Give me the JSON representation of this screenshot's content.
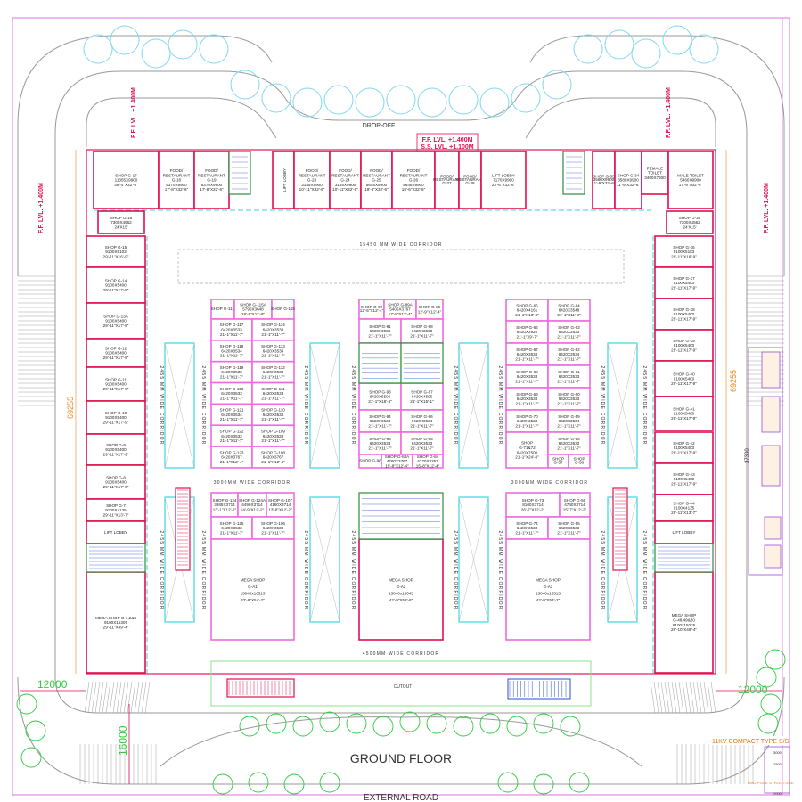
{
  "drawing": {
    "title": "GROUND FLOOR",
    "road_label": "EXTERNAL ROAD",
    "drop_off": "DROP-OFF",
    "ff_level_top": [
      "F.F. LVL. +1.400M",
      "S.S. LVL. +1.100M"
    ],
    "ff_level_side": "F.F. LVL. +1.400M",
    "cutout": "CUTOUT",
    "corridors": {
      "main": "15450 MM WIDE CORRIDOR",
      "cross": "3000MM WIDE CORRIDOR",
      "side": "2455 MM WIDE CORRIDOR",
      "bottom": "4500MM WIDE CORRIDOR"
    },
    "dimensions": {
      "side_width": "12000",
      "overall_depth": "69255",
      "front_setback": "16000",
      "right_utility": "37300",
      "utility_notes": [
        "11KV COMPACT TYPE S/S",
        "TWO POLE STRUCTURE",
        "3000",
        "2000",
        "1500"
      ]
    },
    "colors": {
      "wall": "#e8155f",
      "inner_wall": "#f06adf",
      "void": "#39d6e0",
      "tree": "#2ecc40",
      "landscape": "#7fd8f0",
      "dimension": "#e88a1c"
    }
  },
  "rooms": [
    {
      "lines": [
        "SHOP G-17",
        "11355X9900",
        "36'-4\"X32'-6\""
      ]
    },
    {
      "lines": [
        "FOOD/",
        "RESTAURANT",
        "G-18",
        "5370X9900",
        "17'-8\"X32'-6\""
      ]
    },
    {
      "lines": [
        "FOOD/",
        "RESTAURANT",
        "G-19",
        "5370X9900",
        "17'-8\"X32'-6\""
      ]
    },
    {
      "lines": [
        "LIFT LOBBY"
      ]
    },
    {
      "lines": [
        "FOOD/",
        "RESTAURANT",
        "G-23",
        "3145X9900",
        "10'-11\"X32'-6\""
      ]
    },
    {
      "lines": [
        "FOOD/",
        "RESTAURANT",
        "G-24",
        "3145X9900",
        "10'-11\"X32'-6\""
      ]
    },
    {
      "lines": [
        "FOOD/",
        "RESTAURANT",
        "G-25",
        "5645X9900",
        "18'-6\"X32'-6\""
      ]
    },
    {
      "lines": [
        "FOOD/",
        "RESTAURANT",
        "G-26",
        "5645X9900",
        "18'-6\"X32'-6\""
      ]
    },
    {
      "lines": [
        "FOOD/",
        "RESTAURANT",
        "G-27"
      ]
    },
    {
      "lines": [
        "FOOD/",
        "RESTAURANT",
        "G-28"
      ]
    },
    {
      "lines": [
        "LIFT LOBBY",
        "7170X9900",
        "23'-6\"X32'-6\""
      ]
    },
    {
      "lines": [
        "SHOP G-33",
        "3580X9900",
        "11'-9\"X32'-6\""
      ]
    },
    {
      "lines": [
        "SHOP G-34",
        "3580X9900",
        "11'-9\"X32'-6\""
      ]
    },
    {
      "lines": [
        "FEMALE",
        "TOILET",
        "3460X7600"
      ]
    },
    {
      "lines": [
        "MALE TOILET",
        "5460X9900",
        "17'-9\"X32'-6\""
      ]
    },
    {
      "lines": [
        "SHOP G-16",
        "7300X4562",
        "24'X15'"
      ]
    },
    {
      "lines": [
        "SHOP G-15",
        "9100X5103",
        "29'-11\"X16'-9\""
      ]
    },
    {
      "lines": [
        "SHOP G-14",
        "9100X5400",
        "29'-11\"X17'-9\""
      ]
    },
    {
      "lines": [
        "SHOP G-13A",
        "9100X5400",
        "29'-11\"X17'-9\""
      ]
    },
    {
      "lines": [
        "SHOP G-12",
        "9100X5400",
        "29'-11\"X17'-9\""
      ]
    },
    {
      "lines": [
        "SHOP G-11",
        "9100X5400",
        "29'-11\"X17'-9\""
      ]
    },
    {
      "lines": [
        "SHOP G-10",
        "9100X5400",
        "29'-11\"X17'-9\""
      ]
    },
    {
      "lines": [
        "SHOP G-9",
        "9100X5400",
        "29'-11\"X17'-9\""
      ]
    },
    {
      "lines": [
        "SHOP G-8",
        "9100X5400",
        "29'-11\"X17'-9\""
      ]
    },
    {
      "lines": [
        "SHOP G-7",
        "9100X4135",
        "29'-11\"X13'-7\""
      ]
    },
    {
      "lines": [
        "LIFT LOBBY"
      ]
    },
    {
      "lines": [
        "MEGA SHOP G-1,2&3",
        "9100X15309",
        "29'-11\"X49'-4\""
      ]
    },
    {
      "lines": [
        "SHOP G-35",
        "7300X4562",
        "24'X15'"
      ]
    },
    {
      "lines": [
        "SHOP G-36",
        "9100X5103",
        "29'-11\"X16'-9\""
      ]
    },
    {
      "lines": [
        "SHOP G-37",
        "9100X5400",
        "29'-11\"X17'-9\""
      ]
    },
    {
      "lines": [
        "SHOP G-38",
        "9100X5400",
        "29'-11\"X17'-9\""
      ]
    },
    {
      "lines": [
        "SHOP G-39",
        "9100X5400",
        "29'-11\"X17'-9\""
      ]
    },
    {
      "lines": [
        "SHOP G-40",
        "9100X5400",
        "29'-11\"X17'-9\""
      ]
    },
    {
      "lines": [
        "SHOP G-41",
        "9100X5400",
        "29'-11\"X17'-9\""
      ]
    },
    {
      "lines": [
        "SHOP G-42",
        "9100X5400",
        "29'-11\"X17'-9\""
      ]
    },
    {
      "lines": [
        "SHOP G-43",
        "9100X5400",
        "29'-11\"X17'-9\""
      ]
    },
    {
      "lines": [
        "SHOP G-44",
        "9100X4135",
        "29'-11\"X13'-7\""
      ]
    },
    {
      "lines": [
        "LIFT LOBBY"
      ]
    },
    {
      "lines": [
        "MEGA SHOP",
        "G-48,49&50",
        "9100x15035",
        "29'-10\"X49'-4\""
      ]
    },
    {
      "lines": [
        "SHOP G-116"
      ]
    },
    {
      "lines": [
        "SHOP G-115A",
        "5790X3648",
        "18'-8\"X11'-9\""
      ]
    },
    {
      "lines": [
        "SHOP G-115"
      ]
    },
    {
      "lines": [
        "SHOP G-117",
        "6420X3533",
        "21'-1\"X11'-7\""
      ]
    },
    {
      "lines": [
        "SHOP G-114",
        "6420X3533",
        "21'-1\"X11'-7\""
      ]
    },
    {
      "lines": [
        "SHOP G-118",
        "6420X3534",
        "21'-1\"X11'-7\""
      ]
    },
    {
      "lines": [
        "SHOP G-113",
        "6420X3534",
        "21'-1\"X11'-7\""
      ]
    },
    {
      "lines": [
        "SHOP G-119",
        "6420X3533",
        "21'-1\"X11'-7\""
      ]
    },
    {
      "lines": [
        "SHOP G-112",
        "6420X3533",
        "21'-1\"X11'-7\""
      ]
    },
    {
      "lines": [
        "SHOP G-120",
        "6420X3533",
        "21'-1\"X11'-7\""
      ]
    },
    {
      "lines": [
        "SHOP G-111",
        "6420X3533",
        "21'-1\"X11'-7\""
      ]
    },
    {
      "lines": [
        "SHOP G-121",
        "6420X3534",
        "21'-1\"X11'-7\""
      ]
    },
    {
      "lines": [
        "SHOP G-110",
        "6420X3534",
        "21'-1\"X11'-7\""
      ]
    },
    {
      "lines": [
        "SHOP G-122",
        "6420X3533",
        "21'-1\"X11'-7\""
      ]
    },
    {
      "lines": [
        "SHOP G-109",
        "6420X3533",
        "21'-1\"X11'-7\""
      ]
    },
    {
      "lines": [
        "SHOP G-123",
        "6420X3767",
        "21'-1\"X12'-4\""
      ]
    },
    {
      "lines": [
        "SHOP G-108",
        "6420X3767",
        "21'-1\"X12'-4\""
      ]
    },
    {
      "lines": [
        "SHOP G-92",
        "",
        "12'-5\"X12'-4\""
      ]
    },
    {
      "lines": [
        "SHOP G-89A",
        "5405X3767",
        "17'-8\"X12'-4\""
      ]
    },
    {
      "lines": [
        "SHOP G-89",
        "",
        "12'-9\"X12'-4\""
      ]
    },
    {
      "lines": [
        "SHOP G-91",
        "6420X3538",
        "21'-1\"X11'-7\""
      ]
    },
    {
      "lines": [
        "SHOP G-88",
        "6420X3538",
        "21'-1\"X11'-7\""
      ]
    },
    {
      "lines": [
        "SHOP G-93",
        "6420X5596",
        "21'-1\"X18'-4\""
      ]
    },
    {
      "lines": [
        "SHOP G-87",
        "6420X4596",
        "21'-1\"X15'-1\""
      ]
    },
    {
      "lines": [
        "SHOP G-94",
        "6420X3534",
        "21'-1\"X11'-7\""
      ]
    },
    {
      "lines": [
        "SHOP G-86",
        "6420X3534",
        "21'-1\"X11'-7\""
      ]
    },
    {
      "lines": [
        "SHOP G-95",
        "6420X3533",
        "21'-1\"X11'-7\""
      ]
    },
    {
      "lines": [
        "SHOP G-85",
        "6420X3533",
        "21'-1\"X11'-7\""
      ]
    },
    {
      "lines": [
        "SHOP G-96"
      ]
    },
    {
      "lines": [
        "SHOP G-84A",
        "4760X3767",
        "15'-8\"X12'-4\""
      ]
    },
    {
      "lines": [
        "SHOP G-84",
        "4770X3767",
        "15'-8\"X12'-4\""
      ]
    },
    {
      "lines": [
        "SHOP G-65",
        "6420X4161",
        "21'-1\"X13'-8\""
      ]
    },
    {
      "lines": [
        "SHOP G-64",
        "6420X3548",
        "21'-1\"X11'-8\""
      ]
    },
    {
      "lines": [
        "SHOP G-66",
        "6420X2920",
        "21'-1\"X9'-7\""
      ]
    },
    {
      "lines": [
        "SHOP G-63",
        "6420X3533",
        "21'-1\"X11'-7\""
      ]
    },
    {
      "lines": [
        "SHOP G-67",
        "6420X3534",
        "21'-1\"X11'-7\""
      ]
    },
    {
      "lines": [
        "SHOP G-62",
        "6420X3534",
        "21'-1\"X11'-7\""
      ]
    },
    {
      "lines": [
        "SHOP G-68",
        "6420X3533",
        "21'-1\"X11'-7\""
      ]
    },
    {
      "lines": [
        "SHOP G-61",
        "6420X3533",
        "21'-1\"X11'-7\""
      ]
    },
    {
      "lines": [
        "SHOP G-69",
        "6420X3533",
        "21'-1\"X11'-7\""
      ]
    },
    {
      "lines": [
        "SHOP G-60",
        "6420X3533",
        "21'-1\"X11'-7\""
      ]
    },
    {
      "lines": [
        "SHOP G-70",
        "6420X3534",
        "21'-1\"X11'-7\""
      ]
    },
    {
      "lines": [
        "SHOP G-59",
        "6420X3534",
        "21'-1\"X11'-7\""
      ]
    },
    {
      "lines": [
        "SHOP",
        "G-71&72",
        "6420X7500",
        "21'-1\"X24'-8\""
      ]
    },
    {
      "lines": [
        "SHOP G-58",
        "6420X3533",
        "21'-1\"X11'-7\""
      ]
    },
    {
      "lines": [
        "SHOP",
        "G-57"
      ]
    },
    {
      "lines": [
        "SHOP",
        "G-56"
      ]
    },
    {
      "lines": [
        "SHOP G-124",
        "3985X3714",
        "13'-1\"X12'-2\""
      ]
    },
    {
      "lines": [
        "SHOP G-124A",
        "4490X3714",
        "14'-9\"X12'-2\""
      ]
    },
    {
      "lines": [
        "SHOP G-107",
        "4160X3714",
        "13'-8\"X12'-2\""
      ]
    },
    {
      "lines": [
        "SHOP G-125",
        "6420X3533",
        "21'-1\"X11'-7\""
      ]
    },
    {
      "lines": [
        "SHOP G-106",
        "6420X3533",
        "21'-1\"X11'-7\""
      ]
    },
    {
      "lines": [
        "MEGA SHOP",
        "G-A1",
        "13040x16513",
        "42'-9\"X54'-2\""
      ]
    },
    {
      "lines": [
        "MEGA SHOP",
        "G-A2",
        "13040x16045",
        "42'-9\"X52'-8\""
      ]
    },
    {
      "lines": [
        "SHOP G-73",
        "8100X3714",
        "26'-7\"X12'-2\""
      ]
    },
    {
      "lines": [
        "SHOP G-56",
        "4740X3714",
        "15'-7\"X12'-2\""
      ]
    },
    {
      "lines": [
        "SHOP G-74",
        "6420X3533",
        "21'-1\"X11'-7\""
      ]
    },
    {
      "lines": [
        "SHOP G-55",
        "6420X3533",
        "21'-1\"X11'-7\""
      ]
    },
    {
      "lines": [
        "MEGA SHOP",
        "G-A3",
        "13040x16513",
        "42'-9\"X54'-2\""
      ]
    }
  ]
}
